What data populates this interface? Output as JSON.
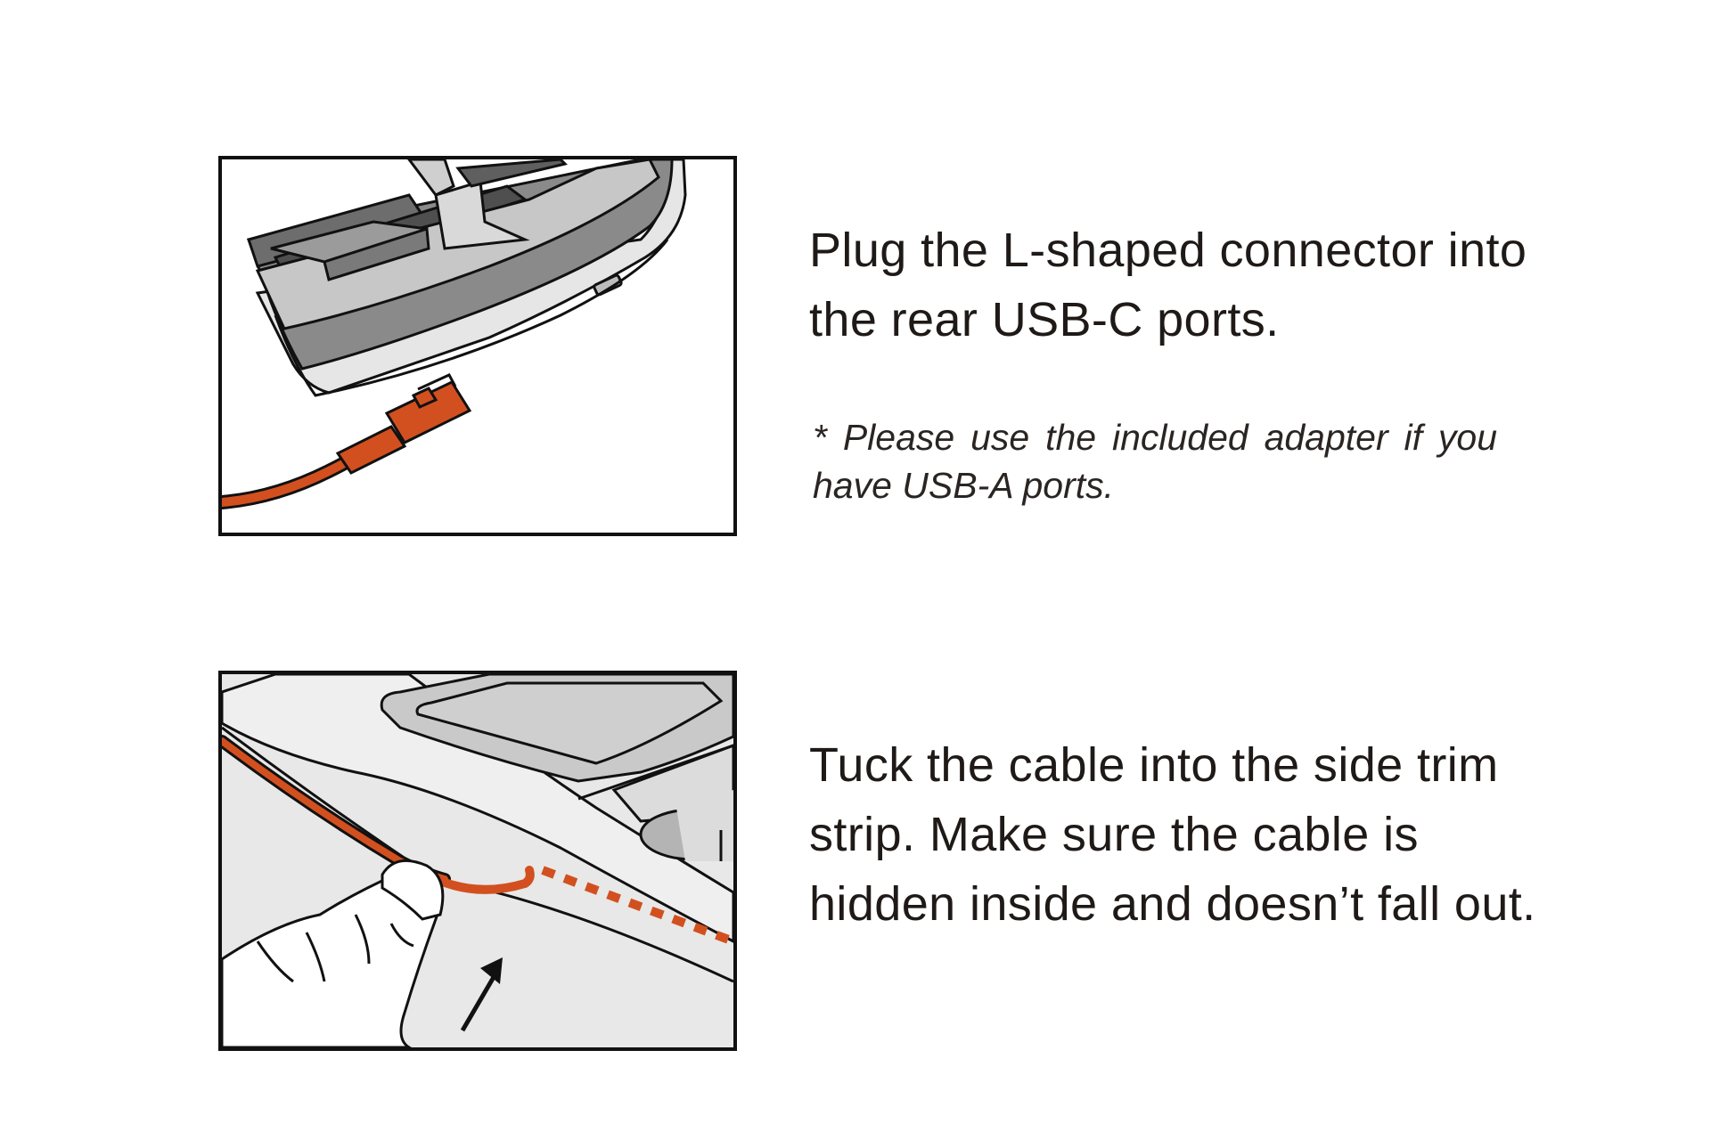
{
  "steps": [
    {
      "instruction": "Plug the L-shaped connector into the rear USB-C ports.",
      "note": "* Please use the included adapter if you have USB-A ports."
    },
    {
      "instruction": "Tuck the cable into the side trim strip. Make sure the cable is hidden inside and doesn’t fall out."
    }
  ],
  "colors": {
    "cable": "#d2501f",
    "outline": "#111111",
    "light_gray": "#e8e8e8",
    "mid_gray": "#b9b9b9",
    "dark_gray": "#6e6e6e"
  }
}
